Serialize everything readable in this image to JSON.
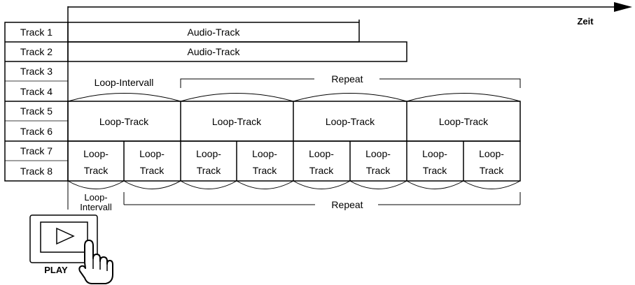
{
  "timeline": {
    "label": "Zeit"
  },
  "tracks": [
    "Track 1",
    "Track 2",
    "Track 3",
    "Track 4",
    "Track 5",
    "Track 6",
    "Track 7",
    "Track 8"
  ],
  "audio_tracks": [
    {
      "label": "Audio-Track"
    },
    {
      "label": "Audio-Track"
    }
  ],
  "upper_group": {
    "interval_label": "Loop-Intervall",
    "repeat_label": "Repeat"
  },
  "loop_track_label": "Loop-Track",
  "small_loop_lines": [
    "Loop-",
    "Track"
  ],
  "lower_group": {
    "interval_lines": [
      "Loop-",
      "Intervall"
    ],
    "repeat_label": "Repeat"
  },
  "play_button": {
    "label": "PLAY",
    "icon": "play-triangle-icon"
  }
}
